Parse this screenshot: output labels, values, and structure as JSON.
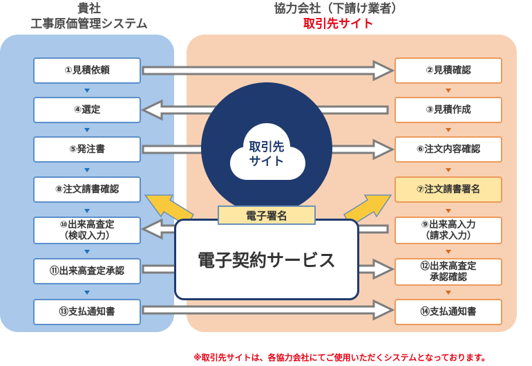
{
  "left_title": [
    "貴社",
    "工事原価管理システム"
  ],
  "right_title": {
    "line1": "協力会社（下請け業者）",
    "line2": "取引先サイト"
  },
  "left_steps": [
    "①見積依頼",
    "④選定",
    "⑤発注書",
    "⑧注文請書確認",
    "⑩出来高査定\n（検収入力）",
    "⑪出来高査定承認",
    "⑬支払通知書"
  ],
  "right_steps": [
    "②見積確認",
    "③見積作成",
    "⑥注文内容確認",
    "⑦注文請書署名",
    "⑨出来高入力\n（請求入力）",
    "⑫出来高査定\n承認確認",
    "⑭支払通知書"
  ],
  "cloud_label": [
    "取引先",
    "サイト"
  ],
  "digital_signature": "電子署名",
  "service_label": "電子契約サービス",
  "footnote": "※取引先サイトは、各協力会社にてご使用いただくシステムとなっております。",
  "colors": {
    "left_panel": "#a9c8ea",
    "right_panel": "#f8d1b5",
    "navy": "#1f3a6e",
    "highlight": "#fde7a3",
    "accent_red": "#e60012",
    "arrow_gray": "#7d7d7d",
    "arrow_yellow": "#f9c93c"
  }
}
